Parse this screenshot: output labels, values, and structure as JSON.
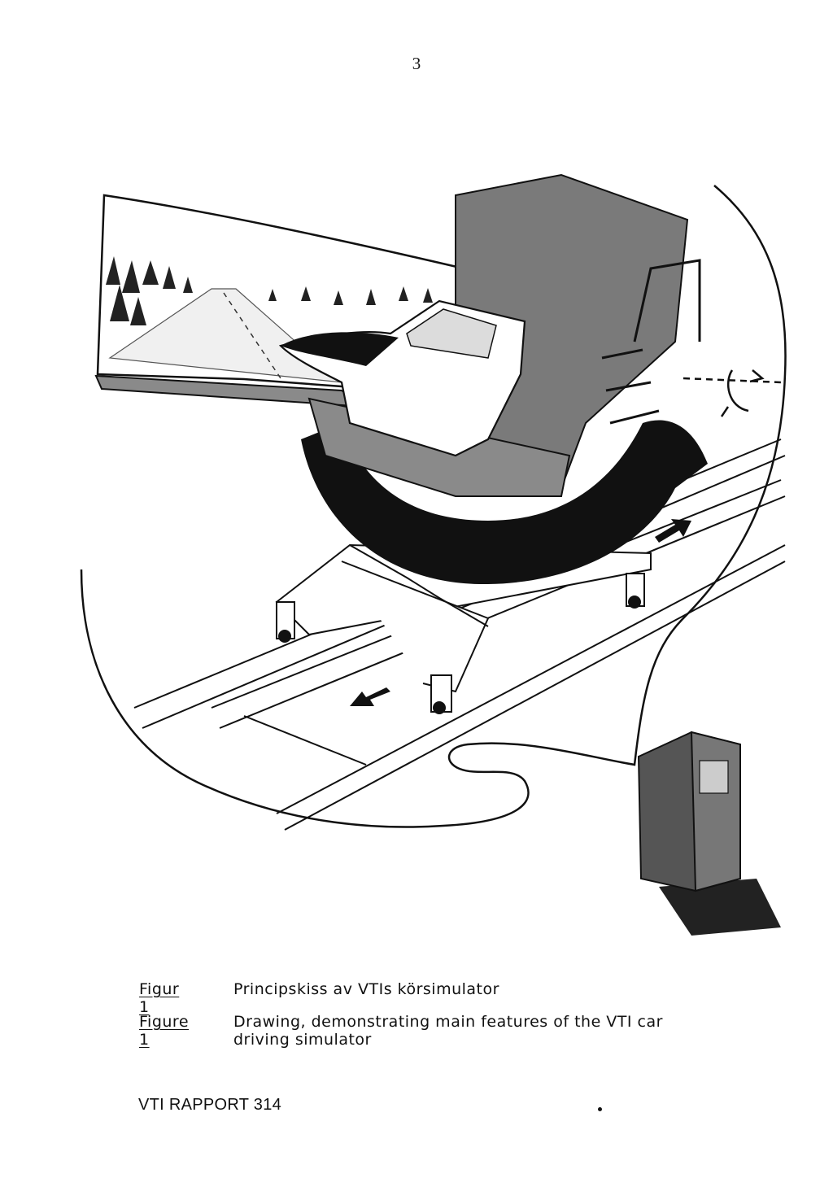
{
  "page_number": "3",
  "captions": [
    {
      "label": "Figur 1",
      "text": "Principskiss av VTIs körsimulator"
    },
    {
      "label": "Figure 1",
      "text": "Drawing, demonstrating main features of the VTI car driving simulator"
    }
  ],
  "footer": "VTI RAPPORT 314"
}
